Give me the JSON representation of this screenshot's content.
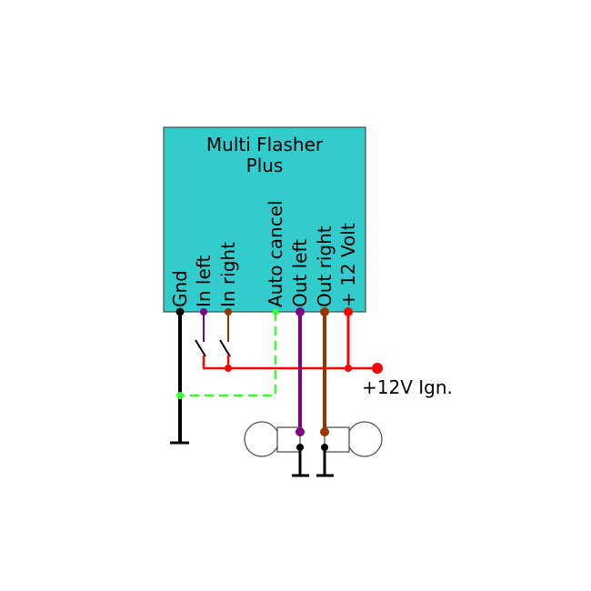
{
  "device": {
    "title_line1": "Multi Flasher",
    "title_line2": "Plus"
  },
  "pins": [
    {
      "label": "Gnd",
      "wire": "black"
    },
    {
      "label": "In left",
      "wire": "purple"
    },
    {
      "label": "In right",
      "wire": "brown"
    },
    {
      "label": "Auto cancel",
      "wire": "green (dashed)"
    },
    {
      "label": "Out left",
      "wire": "purple"
    },
    {
      "label": "Out right",
      "wire": "brown"
    },
    {
      "label": "+ 12 Volt",
      "wire": "red"
    }
  ],
  "supply_label": "+12V Ign.",
  "colors": {
    "device_fill": "#33CCCC",
    "device_border": "#4d4d4d",
    "black": "#000000",
    "purple": "#800080",
    "brown": "#993300",
    "green": "#33FF33",
    "red": "#FF0000",
    "bulb_outline": "#555555"
  }
}
